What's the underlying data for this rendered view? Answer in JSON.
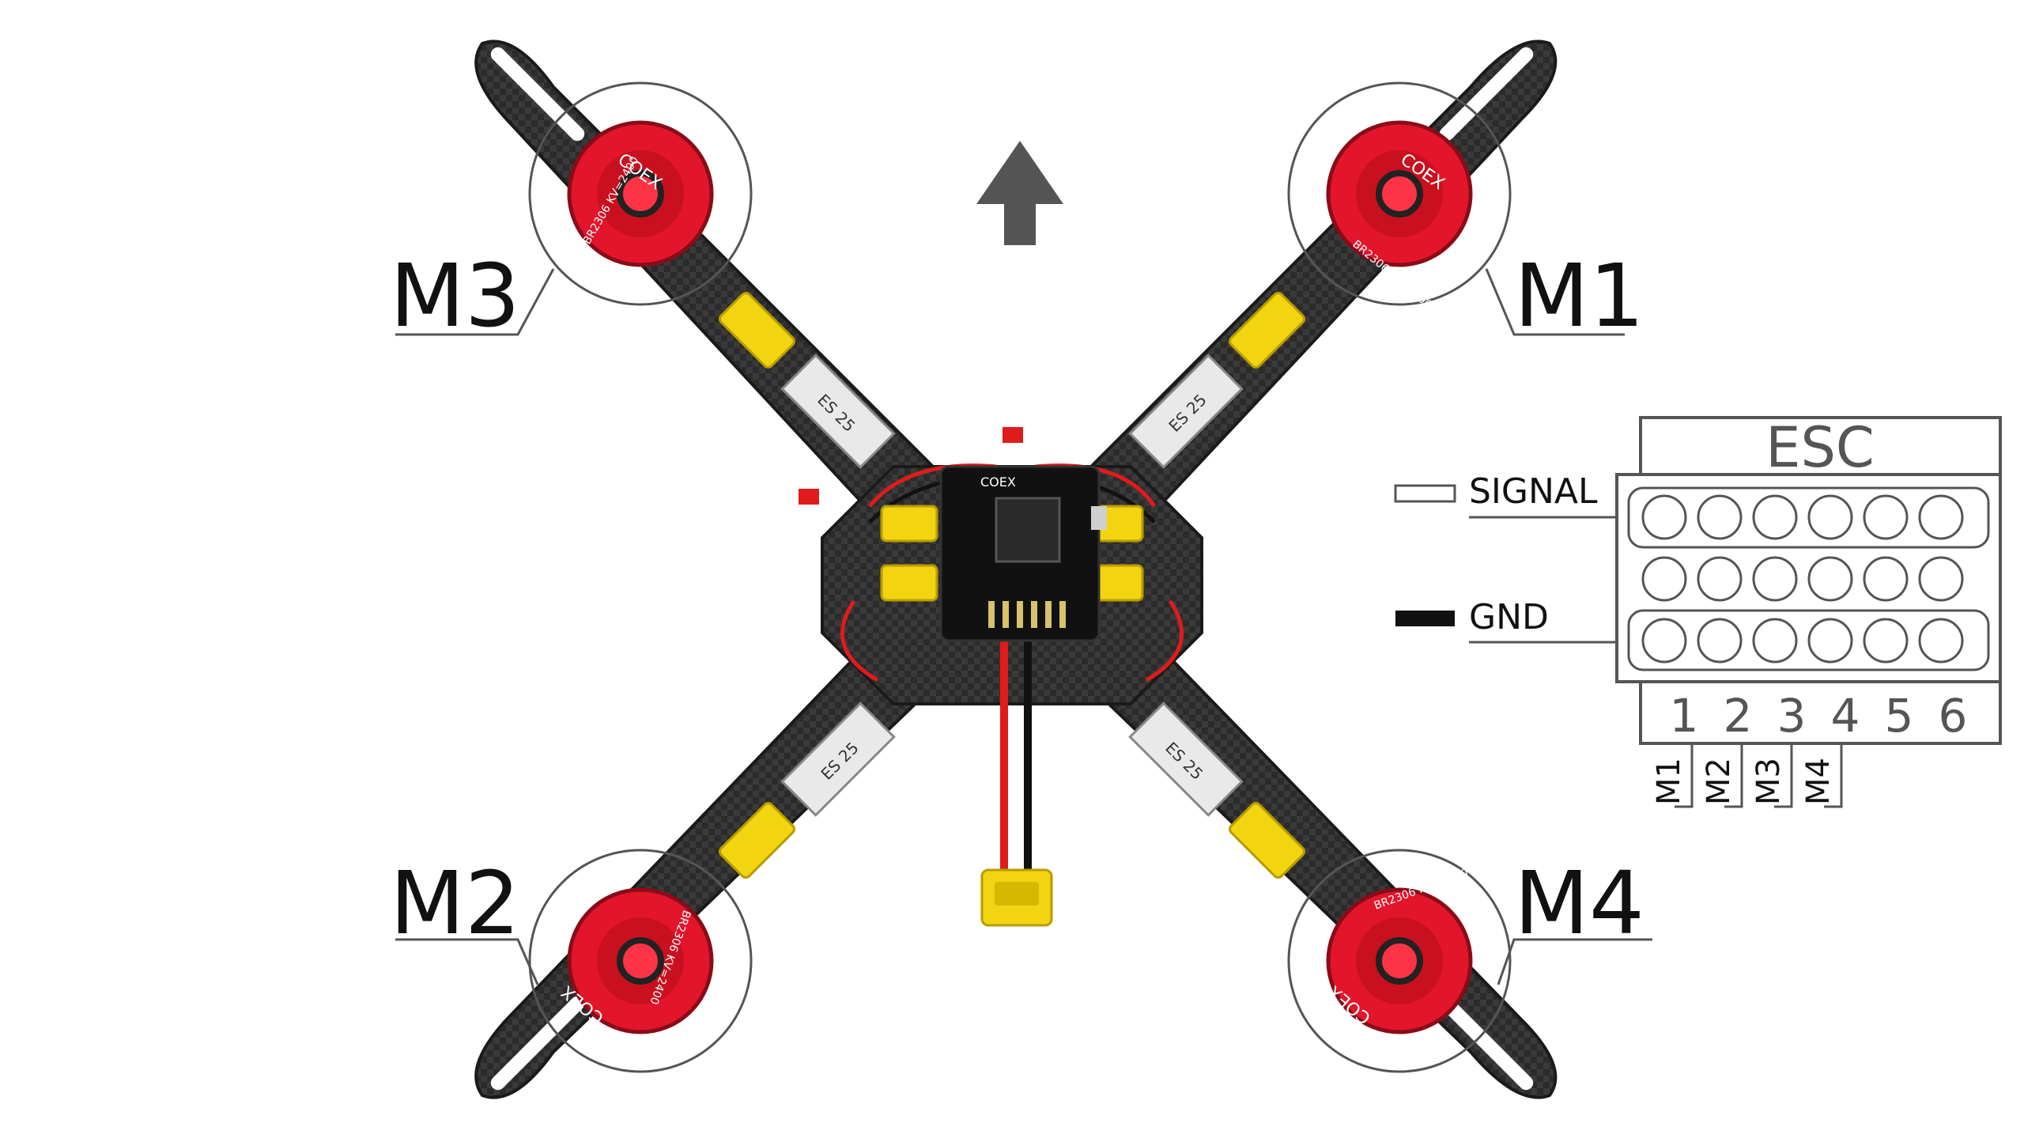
{
  "motors": {
    "m1": {
      "label": "M1"
    },
    "m2": {
      "label": "M2"
    },
    "m3": {
      "label": "M3"
    },
    "m4": {
      "label": "M4"
    }
  },
  "motor_brand": "COEX",
  "motor_model": "BR2306 KV=2400",
  "fc_brand": "COEX",
  "esc_module_label": "ES 25",
  "esc": {
    "title": "ESC",
    "signal_label": "SIGNAL",
    "gnd_label": "GND",
    "channels": [
      "1",
      "2",
      "3",
      "4",
      "5",
      "6"
    ],
    "motor_map": [
      "M1",
      "M2",
      "M3",
      "M4"
    ]
  },
  "colors": {
    "frame": "#2a2a2a",
    "motor_red": "#e3152b",
    "esc_yellow": "#f2d411",
    "pcb": "#111111",
    "line": "#555555"
  }
}
